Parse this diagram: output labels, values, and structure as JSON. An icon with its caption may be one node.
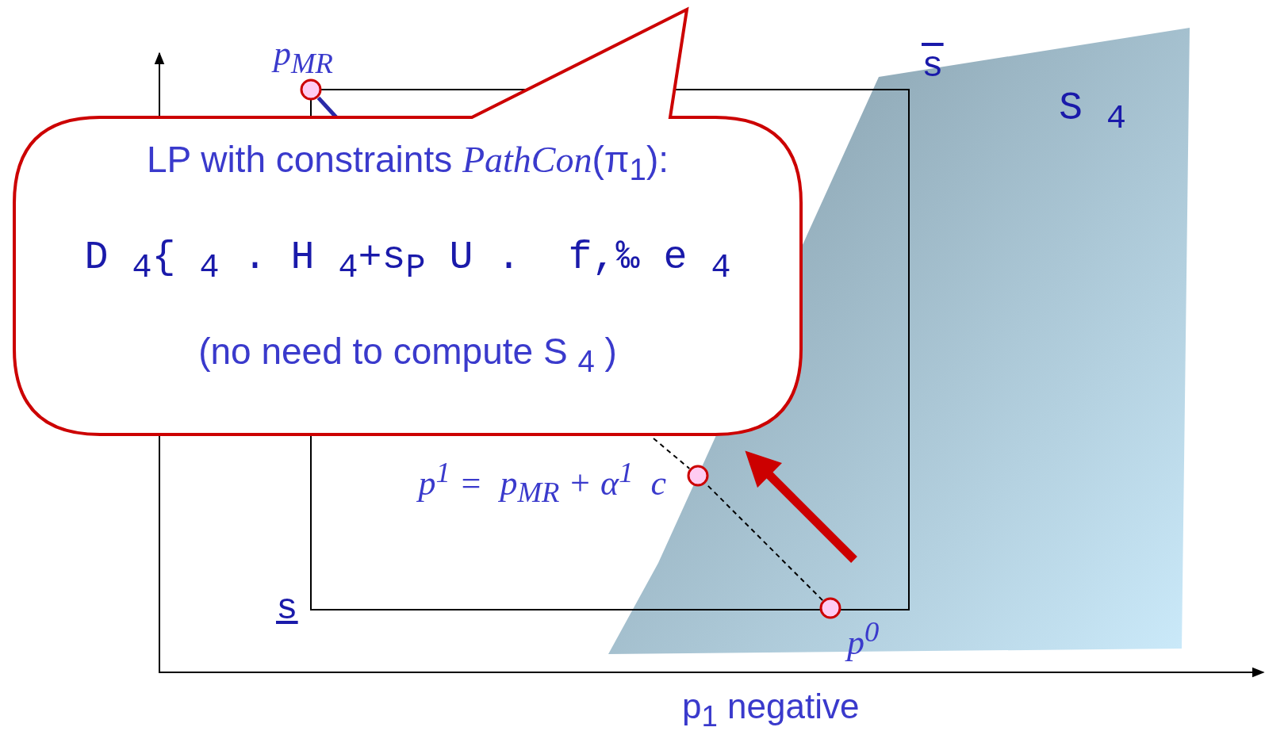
{
  "diagram": {
    "nodes": [
      {
        "text": [
          "LP with constraints *PathCon*(π$_{1}$):",
          "D $_{4}${ $_{4}$ . H $_{4}$+s$_{P}$ U .  f,‰ e $_{4}$",
          "(no need to compute S $_{4}$ )"
        ]
      },
      {
        "text": [],
        "shape": "circle",
        "beside": [
          "p$_{MR}$"
        ]
      },
      {
        "text": [],
        "shape": "circle",
        "beside": [
          "p$^{1}$ =  p$_{MR}$ + α$^{1}$  c"
        ]
      },
      {
        "text": [],
        "shape": "circle",
        "beside": [
          "p$^{0}$"
        ]
      }
    ],
    "edges": [
      {
        "from": 3,
        "to": 2,
        "arrow": "none",
        "style": "dashed"
      },
      {
        "from": 0,
        "to": 2,
        "arrow": "none",
        "style": "dashed"
      },
      {
        "from": 1,
        "to": 0,
        "arrow": "none",
        "style": "thick",
        "color": "#2a2aa8"
      }
    ],
    "labels": [
      "s",
      "S $_{4}$",
      "s",
      "p$_{1}$ negative"
    ]
  }
}
